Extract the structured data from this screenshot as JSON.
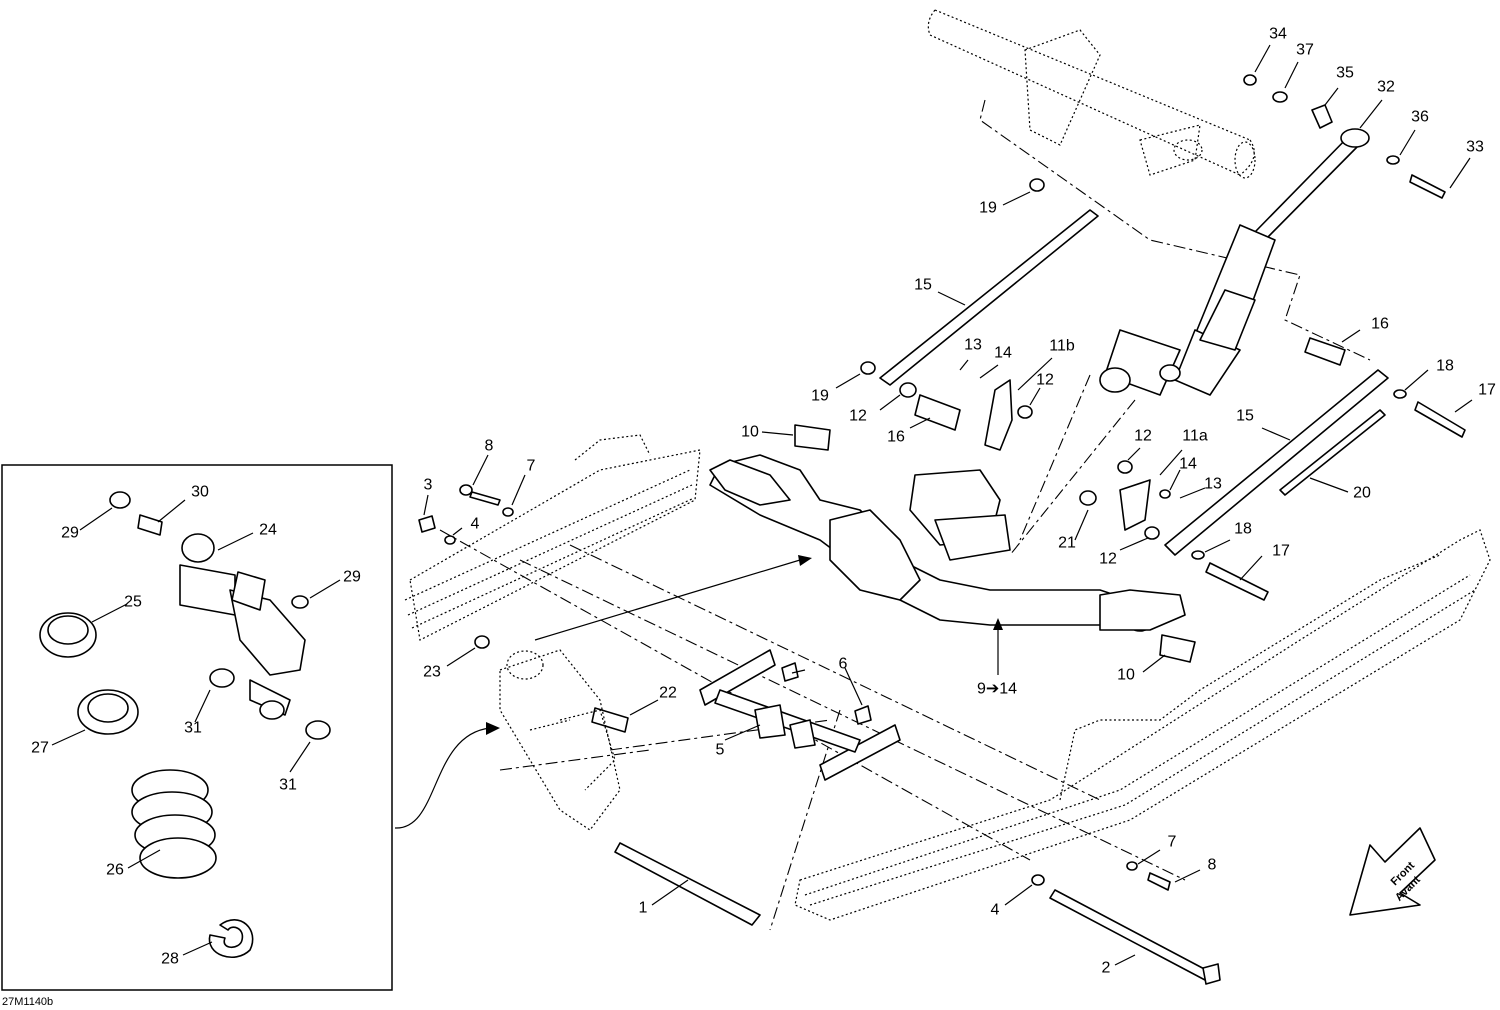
{
  "drawing_ref": "27M1140b",
  "front_arrow": {
    "line1": "Front",
    "line2": "Avant"
  },
  "callouts": [
    {
      "id": "34",
      "text": "34"
    },
    {
      "id": "37",
      "text": "37"
    },
    {
      "id": "35",
      "text": "35"
    },
    {
      "id": "32",
      "text": "32"
    },
    {
      "id": "36",
      "text": "36"
    },
    {
      "id": "33",
      "text": "33"
    },
    {
      "id": "19a",
      "text": "19"
    },
    {
      "id": "15a",
      "text": "15"
    },
    {
      "id": "13a",
      "text": "13"
    },
    {
      "id": "14a",
      "text": "14"
    },
    {
      "id": "11b",
      "text": "11b"
    },
    {
      "id": "12a",
      "text": "12"
    },
    {
      "id": "19b",
      "text": "19"
    },
    {
      "id": "12b",
      "text": "12"
    },
    {
      "id": "16a",
      "text": "16"
    },
    {
      "id": "10a",
      "text": "10"
    },
    {
      "id": "16b",
      "text": "16"
    },
    {
      "id": "18a",
      "text": "18"
    },
    {
      "id": "17a",
      "text": "17"
    },
    {
      "id": "15b",
      "text": "15"
    },
    {
      "id": "12c",
      "text": "12"
    },
    {
      "id": "11a",
      "text": "11a"
    },
    {
      "id": "14b",
      "text": "14"
    },
    {
      "id": "13b",
      "text": "13"
    },
    {
      "id": "20",
      "text": "20"
    },
    {
      "id": "21",
      "text": "21"
    },
    {
      "id": "12d",
      "text": "12"
    },
    {
      "id": "18b",
      "text": "18"
    },
    {
      "id": "17b",
      "text": "17"
    },
    {
      "id": "8a",
      "text": "8"
    },
    {
      "id": "7a",
      "text": "7"
    },
    {
      "id": "3",
      "text": "3"
    },
    {
      "id": "4a",
      "text": "4"
    },
    {
      "id": "23",
      "text": "23"
    },
    {
      "id": "6",
      "text": "6"
    },
    {
      "id": "22",
      "text": "22"
    },
    {
      "id": "5",
      "text": "5"
    },
    {
      "id": "9to14",
      "text": "9➔14"
    },
    {
      "id": "10b",
      "text": "10"
    },
    {
      "id": "1",
      "text": "1"
    },
    {
      "id": "7b",
      "text": "7"
    },
    {
      "id": "8b",
      "text": "8"
    },
    {
      "id": "4b",
      "text": "4"
    },
    {
      "id": "2",
      "text": "2"
    },
    {
      "id": "29a",
      "text": "29"
    },
    {
      "id": "30",
      "text": "30"
    },
    {
      "id": "24",
      "text": "24"
    },
    {
      "id": "25",
      "text": "25"
    },
    {
      "id": "29b",
      "text": "29"
    },
    {
      "id": "27",
      "text": "27"
    },
    {
      "id": "31a",
      "text": "31"
    },
    {
      "id": "31b",
      "text": "31"
    },
    {
      "id": "26",
      "text": "26"
    },
    {
      "id": "28",
      "text": "28"
    }
  ]
}
